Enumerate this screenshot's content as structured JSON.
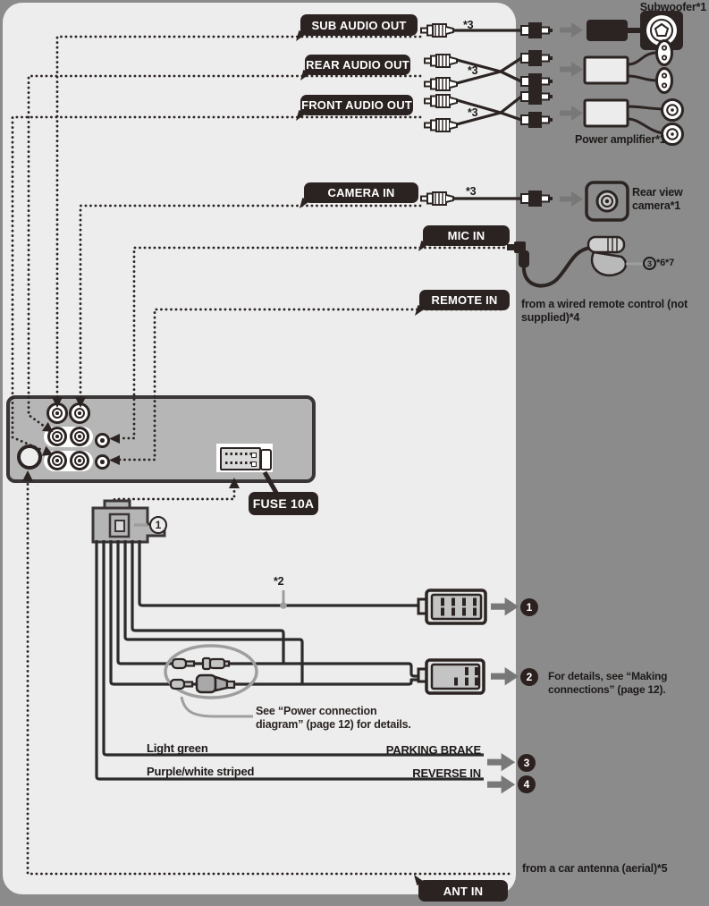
{
  "ports": {
    "sub": "SUB AUDIO OUT",
    "rear": "REAR AUDIO OUT",
    "front": "FRONT AUDIO OUT",
    "camera": "CAMERA IN",
    "mic": "MIC IN",
    "remote": "REMOTE IN",
    "ant": "ANT IN",
    "fuse": "FUSE 10A"
  },
  "footnotes": {
    "star2": "*2",
    "star3": "*3",
    "mic_refs": "*6*7"
  },
  "devices": {
    "subwoofer": "Subwoofer*1",
    "power_amplifier": "Power amplifier*1",
    "rear_view_camera": "Rear view camera*1",
    "remote_note": "from a wired remote control (not supplied)*4",
    "antenna_note": "from a car antenna (aerial)*5"
  },
  "wires": {
    "parking_color": "Light green",
    "parking_signal": "PARKING BRAKE",
    "reverse_color": "Purple/white striped",
    "reverse_signal": "REVERSE IN"
  },
  "notes": {
    "power_diagram": "See “Power connection diagram” (page 12) for details.",
    "making_connections": "For details, see “Making connections” (page 12)."
  },
  "badges": {
    "harness_connector": "1",
    "item1": "1",
    "item2": "2",
    "item3": "3",
    "item4": "4",
    "mic_item": "3"
  }
}
